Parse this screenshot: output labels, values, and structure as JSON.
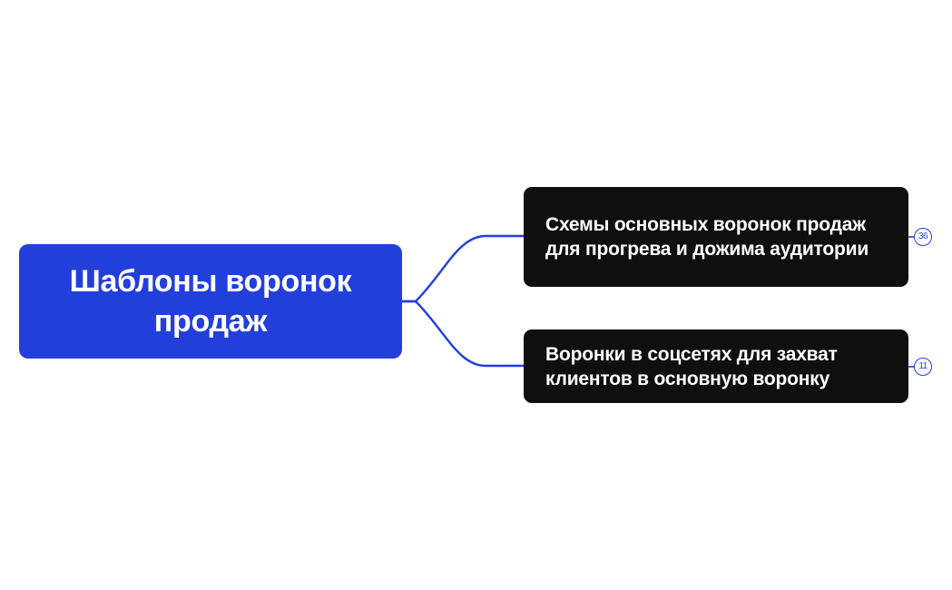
{
  "colors": {
    "root_fill": "#233fdb",
    "child_fill": "#0f0f0f",
    "connector": "#233fdb",
    "badge": "#233fdb"
  },
  "root": {
    "title": "Шаблоны воронок продаж"
  },
  "children": [
    {
      "title": "Схемы основных воронок продаж для прогрева и дожима аудитории",
      "count": "36"
    },
    {
      "title": "Воронки в соцсетях для захват клиентов в основную воронку",
      "count": "11"
    }
  ]
}
